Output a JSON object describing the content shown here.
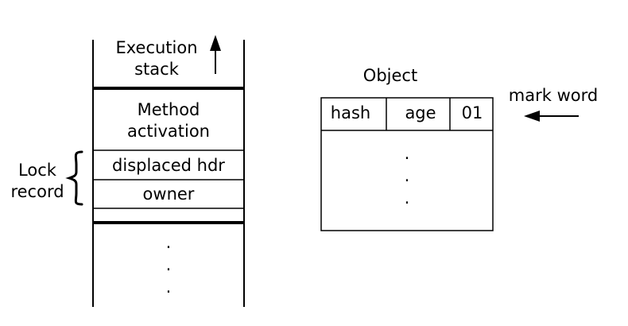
{
  "stack": {
    "execution_line1": "Execution",
    "execution_line2": "stack",
    "method_line1": "Method",
    "method_line2": "activation",
    "displaced_hdr": "displaced hdr",
    "owner": "owner",
    "dots": [
      ".",
      ".",
      "."
    ]
  },
  "lock_record": {
    "line1": "Lock",
    "line2": "record"
  },
  "object": {
    "title": "Object",
    "fields": [
      "hash",
      "age",
      "01"
    ],
    "dots": [
      ".",
      ".",
      "."
    ]
  },
  "mark_word_label": "mark word"
}
